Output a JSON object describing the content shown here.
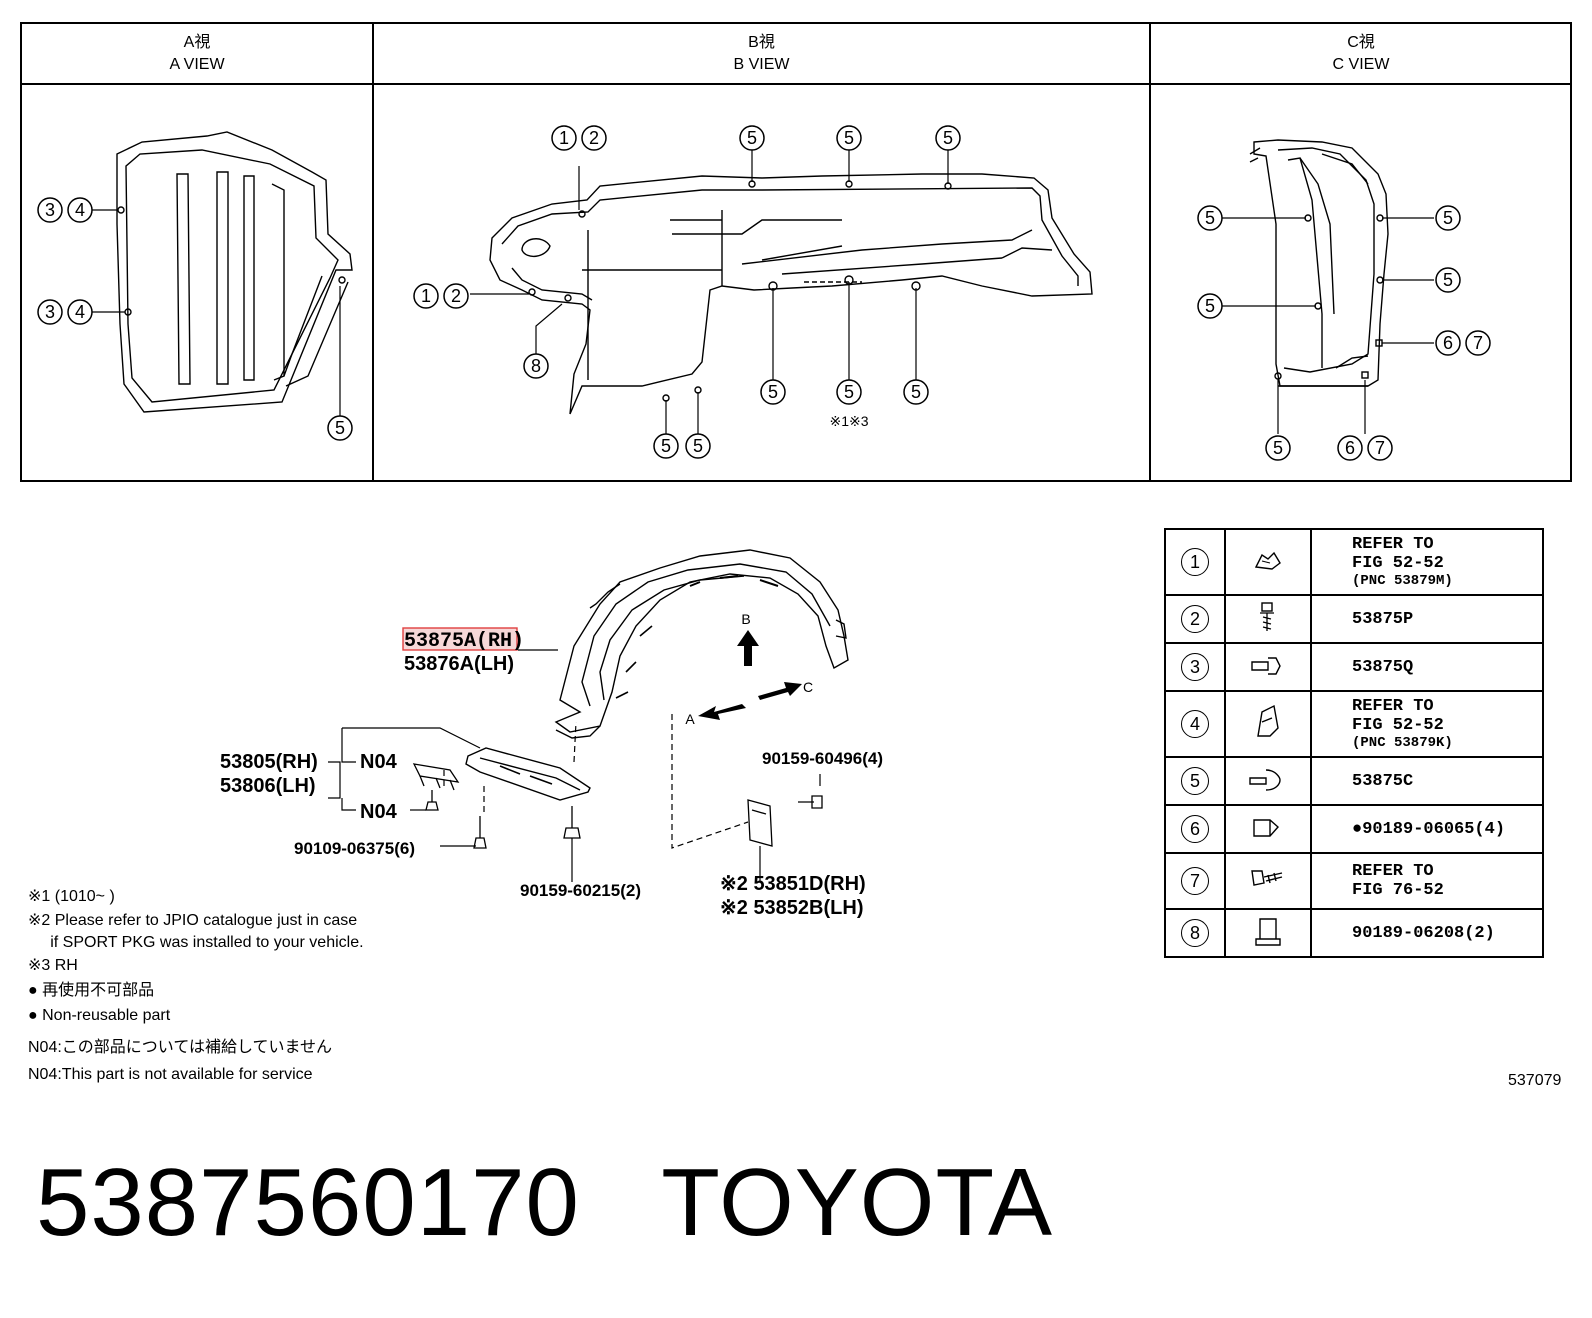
{
  "views": [
    {
      "jp": "A視",
      "en": "A VIEW"
    },
    {
      "jp": "B視",
      "en": "B VIEW"
    },
    {
      "jp": "C視",
      "en": "C VIEW"
    }
  ],
  "callouts": {
    "c1": "1",
    "c2": "2",
    "c3": "3",
    "c4": "4",
    "c5": "5",
    "c6": "6",
    "c7": "7",
    "c8": "8"
  },
  "b_view_note": "※1※3",
  "main_labels": {
    "liner_rh": "53875A(RH)",
    "liner_lh": "53876A(LH)",
    "cover_rh": "53805(RH)",
    "cover_lh": "53806(LH)",
    "n04_top": "N04",
    "n04_bottom": "N04",
    "bolt_1": "90109-06375(6)",
    "screw_1": "90159-60215(2)",
    "screw_2": "90159-60496(4)",
    "guard_rh": "※2 53851D(RH)",
    "guard_lh": "※2 53852B(LH)",
    "arrow_a": "A",
    "arrow_b": "B",
    "arrow_c": "C"
  },
  "legend": [
    {
      "num": "1",
      "icon": "clip-icon",
      "text": [
        "REFER TO",
        "FIG 52-52",
        "(PNC 53879M)"
      ]
    },
    {
      "num": "2",
      "icon": "screw-icon",
      "text": [
        "53875P"
      ]
    },
    {
      "num": "3",
      "icon": "rivet-icon",
      "text": [
        "53875Q"
      ]
    },
    {
      "num": "4",
      "icon": "bracket-clip-icon",
      "text": [
        "REFER TO",
        "FIG 52-52",
        "(PNC 53879K)"
      ]
    },
    {
      "num": "5",
      "icon": "push-clip-icon",
      "text": [
        "53875C"
      ]
    },
    {
      "num": "6",
      "icon": "grommet-icon",
      "text": [
        "●90189-06065(4)"
      ]
    },
    {
      "num": "7",
      "icon": "tapping-screw-icon",
      "text": [
        "REFER TO",
        "FIG 76-52"
      ]
    },
    {
      "num": "8",
      "icon": "nut-icon",
      "text": [
        "90189-06208(2)"
      ]
    }
  ],
  "notes": [
    "※1 (1010~        )",
    "※2 Please refer to JPIO catalogue just in case",
    "     if SPORT PKG was installed to your vehicle.",
    "※3 RH",
    "● 再使用不可部品",
    "● Non-reusable part",
    "N04:この部品については補給していません",
    "N04:This part is not available for service"
  ],
  "figure_id": "537079",
  "part_number": "5387560170",
  "brand": "TOYOTA"
}
